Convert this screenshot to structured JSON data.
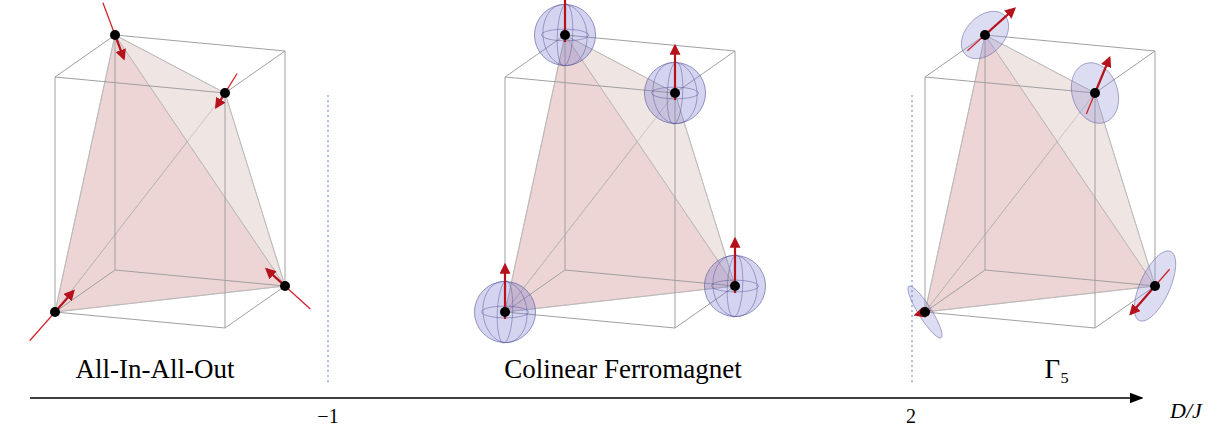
{
  "diagram": {
    "labels": [
      "All-In-All-Out",
      "Colinear Ferromagnet",
      "Γ₅",
      "−1",
      "2",
      "D/J"
    ]
  }
}
